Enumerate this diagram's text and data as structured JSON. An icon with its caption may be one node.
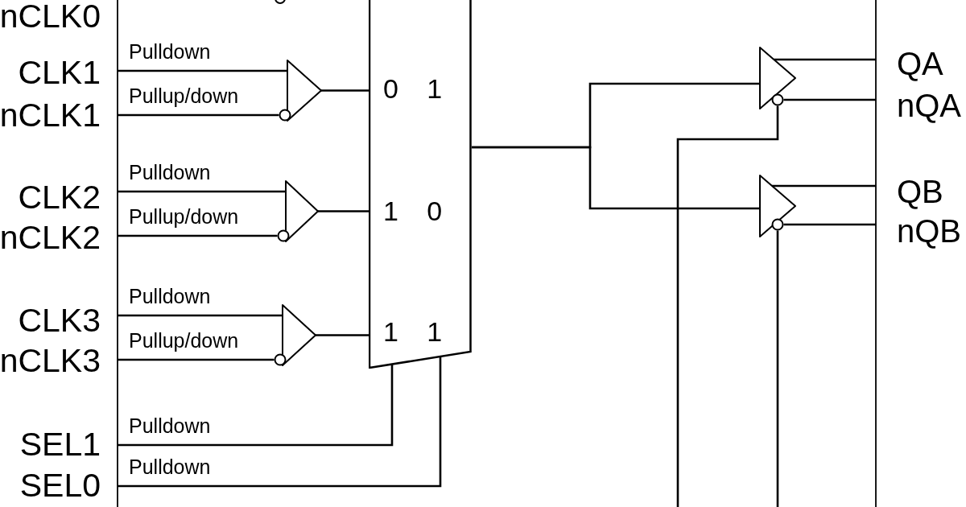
{
  "diagram": {
    "nodes": [
      {
        "text": [
          "CLK1"
        ]
      },
      {
        "text": [
          "nCLK1"
        ]
      },
      {
        "text": [
          "CLK2"
        ]
      },
      {
        "text": [
          "nCLK2"
        ]
      },
      {
        "text": [
          "CLK3"
        ]
      },
      {
        "text": [
          "nCLK3"
        ]
      },
      {
        "text": [
          "SEL1"
        ]
      },
      {
        "text": [
          "SEL0"
        ]
      },
      {
        "text": [],
        "shape": "triangle"
      },
      {
        "text": [],
        "shape": "triangle"
      },
      {
        "text": [],
        "shape": "triangle"
      },
      {
        "text": [
          "0 1",
          "1 0",
          "1 1"
        ]
      },
      {
        "text": [],
        "shape": "triangle"
      },
      {
        "text": [],
        "shape": "triangle"
      },
      {
        "text": [
          "QA"
        ]
      },
      {
        "text": [
          "nQA"
        ]
      },
      {
        "text": [
          "QB"
        ]
      },
      {
        "text": [
          "nQB"
        ]
      }
    ],
    "edges": [
      {
        "from": 0,
        "to": 8,
        "arrow": "none",
        "label": "Pulldown"
      },
      {
        "from": 1,
        "to": 8,
        "arrow": "none",
        "label": "Pullup/down"
      },
      {
        "from": 2,
        "to": 9,
        "arrow": "none",
        "label": "Pulldown"
      },
      {
        "from": 3,
        "to": 9,
        "arrow": "none",
        "label": "Pullup/down"
      },
      {
        "from": 4,
        "to": 10,
        "arrow": "none",
        "label": "Pulldown"
      },
      {
        "from": 5,
        "to": 10,
        "arrow": "none",
        "label": "Pullup/down"
      },
      {
        "from": 6,
        "to": 11,
        "arrow": "none",
        "label": "Pulldown"
      },
      {
        "from": 7,
        "to": 11,
        "arrow": "none",
        "label": "Pulldown"
      },
      {
        "from": 8,
        "to": 11,
        "arrow": "none"
      },
      {
        "from": 9,
        "to": 11,
        "arrow": "none"
      },
      {
        "from": 10,
        "to": 11,
        "arrow": "none"
      },
      {
        "from": 11,
        "to": 12,
        "arrow": "none"
      },
      {
        "from": 11,
        "to": 13,
        "arrow": "none"
      },
      {
        "from": 12,
        "to": 14,
        "arrow": "none"
      },
      {
        "from": 12,
        "to": 15,
        "arrow": "none"
      },
      {
        "from": 13,
        "to": 16,
        "arrow": "none"
      },
      {
        "from": 13,
        "to": 17,
        "arrow": "none"
      },
      {
        "from": null,
        "to": 12,
        "arrow": "none"
      },
      {
        "from": null,
        "to": 13,
        "arrow": "none"
      }
    ],
    "labels": [
      "nCLK0"
    ]
  }
}
